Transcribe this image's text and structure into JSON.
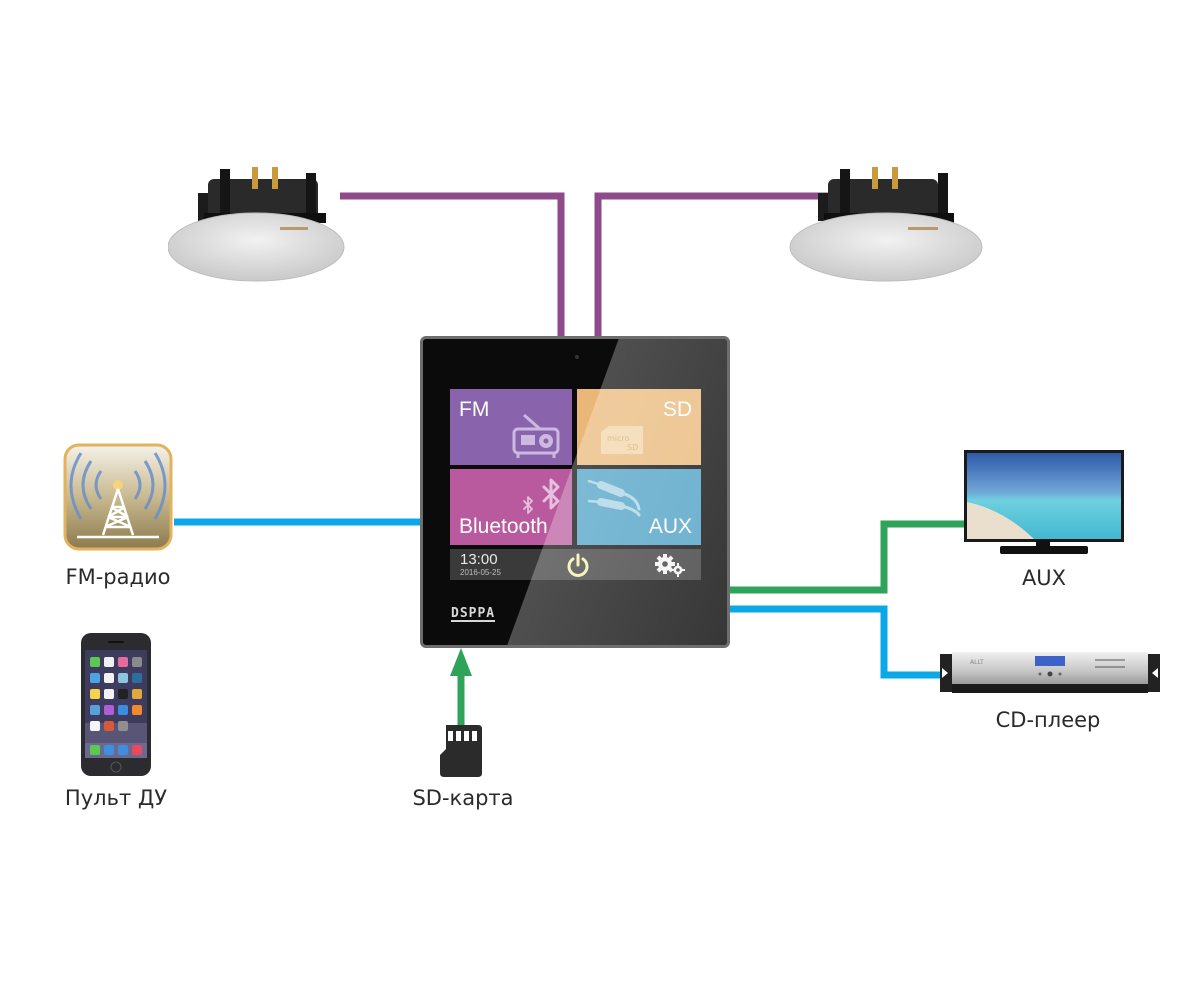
{
  "diagram": {
    "title": "",
    "colors": {
      "speaker_wire": "#8e4a8a",
      "blue_wire": "#0aa8e6",
      "green_wire": "#2fa35a",
      "panel_bezel": "#6e6e6e"
    },
    "nodes": {
      "speaker_left": {
        "name": "Ceiling speaker (left)"
      },
      "speaker_right": {
        "name": "Ceiling speaker (right)"
      },
      "fm_radio": {
        "label": "FM-радио",
        "icon": "radio-tower-icon"
      },
      "remote": {
        "label": "Пульт ДУ",
        "icon": "smartphone-icon"
      },
      "sd_card": {
        "label": "SD-карта",
        "icon": "microsd-card-icon"
      },
      "aux": {
        "label": "AUX",
        "icon": "tv-icon"
      },
      "cd_player": {
        "label": "CD-плеер",
        "icon": "rack-cd-player-icon"
      }
    },
    "edges": [
      {
        "from": "panel",
        "to": "speaker_left",
        "color": "speaker_wire"
      },
      {
        "from": "panel",
        "to": "speaker_right",
        "color": "speaker_wire"
      },
      {
        "from": "fm_radio",
        "to": "panel",
        "color": "blue_wire"
      },
      {
        "from": "aux",
        "to": "panel",
        "color": "green_wire"
      },
      {
        "from": "cd_player",
        "to": "panel",
        "color": "blue_wire"
      },
      {
        "from": "sd_card",
        "to": "panel",
        "color": "green_wire",
        "arrow": true
      }
    ]
  },
  "panel": {
    "brand": "DSPPA",
    "tiles": [
      {
        "label": "FM",
        "icon": "radio-icon",
        "color": "#8a63ad"
      },
      {
        "label": "SD",
        "icon": "microsd-icon",
        "color": "#e9b777"
      },
      {
        "label": "Bluetooth",
        "icon": "bluetooth-icon",
        "color": "#b9599e"
      },
      {
        "label": "AUX",
        "icon": "rca-cable-icon",
        "color": "#4b9fc4"
      }
    ],
    "status": {
      "time": "13:00",
      "date": "2016-05-25",
      "power_icon": "power-icon",
      "settings_icon": "gears-icon"
    }
  }
}
